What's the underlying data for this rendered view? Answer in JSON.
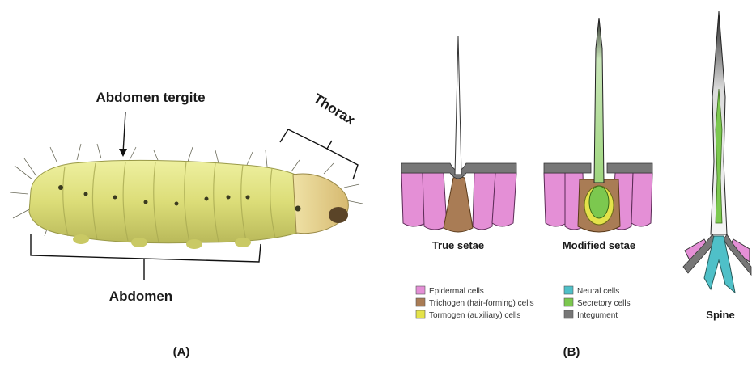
{
  "panel_a": {
    "label_abdomen_tergite": "Abdomen tergite",
    "label_thorax": "Thorax",
    "label_abdomen": "Abdomen",
    "panel_label": "(A)"
  },
  "panel_b": {
    "label_true_setae": "True setae",
    "label_modified_setae": "Modified setae",
    "label_spine": "Spine",
    "panel_label": "(B)",
    "legend": [
      {
        "label": "Epidermal cells",
        "color": "#e48fd6"
      },
      {
        "label": "Trichogen (hair-forming) cells",
        "color": "#a97c55"
      },
      {
        "label": "Tormogen (auxiliary) cells",
        "color": "#e4e34a"
      },
      {
        "label": "Neural cells",
        "color": "#4fc0c8"
      },
      {
        "label": "Secretory cells",
        "color": "#7cc84f"
      },
      {
        "label": "Integument",
        "color": "#777777"
      }
    ]
  },
  "colors": {
    "larva_body": "#dfe07a",
    "epidermal": "#e48fd6",
    "integument": "#777777",
    "neural": "#4fc0c8",
    "secretory": "#7cc84f",
    "trichogen": "#a97c55",
    "tormogen": "#e4e34a"
  }
}
